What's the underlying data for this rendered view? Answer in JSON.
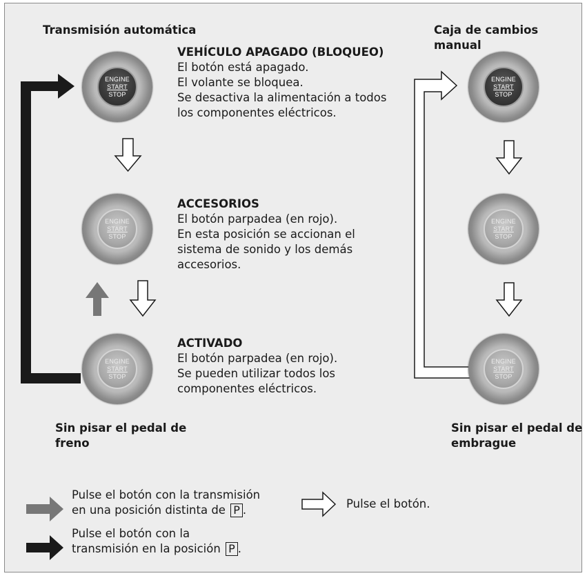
{
  "headers": {
    "automatic": "Transmisión automática",
    "manual": "Caja de cambios manual"
  },
  "button": {
    "line1": "ENGINE",
    "line2": "START",
    "line3": "STOP"
  },
  "states": {
    "off": {
      "title": "VEHÍCULO APAGADO (BLOQUEO)",
      "lines": [
        "El botón está apagado.",
        "El volante se bloquea.",
        "Se desactiva la alimentación a todos",
        "los componentes eléctricos."
      ]
    },
    "accessory": {
      "title": "ACCESORIOS",
      "lines": [
        "El botón parpadea (en rojo).",
        "En esta posición se accionan el",
        "sistema de sonido y los demás",
        "accesorios."
      ]
    },
    "on": {
      "title": "ACTIVADO",
      "lines": [
        "El botón parpadea (en rojo).",
        "Se pueden utilizar todos los",
        "componentes eléctricos."
      ]
    }
  },
  "notes": {
    "automatic": [
      "Sin pisar el pedal de",
      "freno"
    ],
    "manual": [
      "Sin pisar el pedal de",
      "embrague"
    ]
  },
  "legend": {
    "gray_lines": [
      "Pulse el botón con la transmisión",
      "en una posición distinta de"
    ],
    "white": "Pulse el botón.",
    "black_lines": [
      "Pulse el botón con la",
      "transmisión en la posición"
    ],
    "p_symbol": "P",
    "period": "."
  },
  "colors": {
    "background": "#ededed",
    "dark_arrow": "#1a1a1a",
    "gray_arrow": "#777777",
    "white_arrow": "#ffffff"
  }
}
